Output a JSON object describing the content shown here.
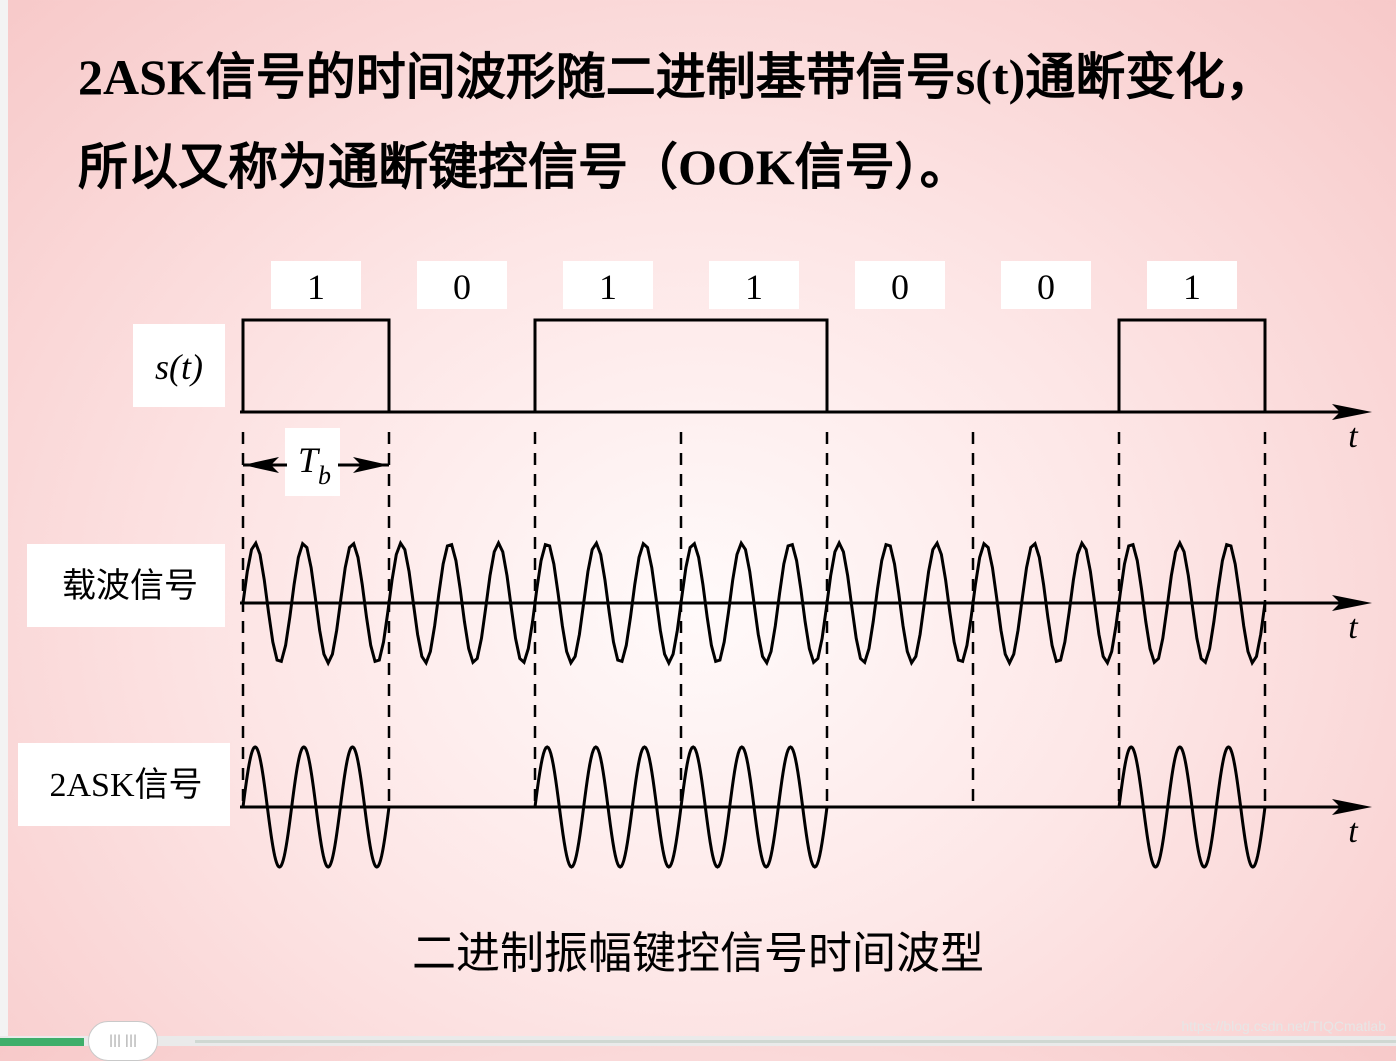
{
  "heading": {
    "line1": "2ASK信号的时间波形随二进制基带信号s(t)通断变化，",
    "line2": "所以又称为通断键控信号（OOK信号）。"
  },
  "diagram": {
    "bits": [
      "1",
      "0",
      "1",
      "1",
      "0",
      "0",
      "1"
    ],
    "baseband_label": "s(t)",
    "carrier_label": "载波信号",
    "ask_label": "2ASK信号",
    "axis_label": "t",
    "period_label": "T",
    "period_subscript": "b",
    "cycles_per_bit": 3,
    "caption": "二进制振幅键控信号时间波型"
  },
  "watermark": "https://blog.csdn.net/TIQCmatlab",
  "scrollbar": {
    "grip": "||| |||",
    "progress_fraction": 0.06
  },
  "colors": {
    "signal": "#000000",
    "label_box": "#ffffff",
    "background": "#fde6e6",
    "progress": "#3fae6a"
  }
}
